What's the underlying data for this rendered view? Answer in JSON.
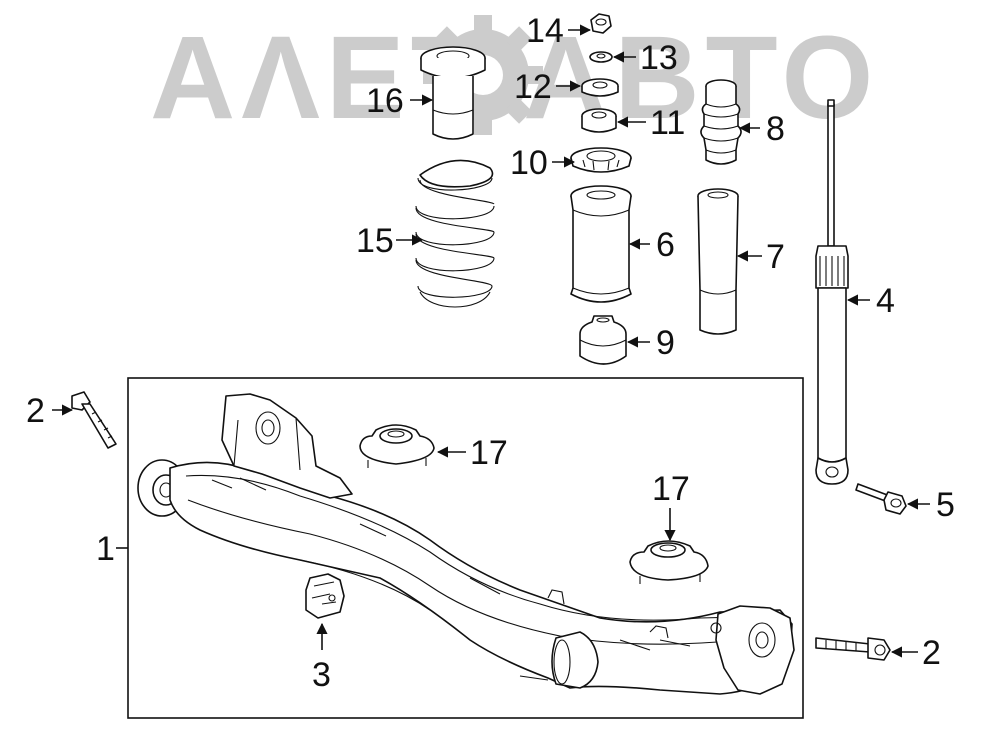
{
  "watermark": {
    "text": "ΑΛΕΤ ΑΒΤΟ"
  },
  "callouts": [
    {
      "id": "1",
      "text": "1"
    },
    {
      "id": "2a",
      "text": "2"
    },
    {
      "id": "2b",
      "text": "2"
    },
    {
      "id": "3",
      "text": "3"
    },
    {
      "id": "4",
      "text": "4"
    },
    {
      "id": "5",
      "text": "5"
    },
    {
      "id": "6",
      "text": "6"
    },
    {
      "id": "7",
      "text": "7"
    },
    {
      "id": "8",
      "text": "8"
    },
    {
      "id": "9",
      "text": "9"
    },
    {
      "id": "10",
      "text": "10"
    },
    {
      "id": "11",
      "text": "11"
    },
    {
      "id": "12",
      "text": "12"
    },
    {
      "id": "13",
      "text": "13"
    },
    {
      "id": "14",
      "text": "14"
    },
    {
      "id": "15",
      "text": "15"
    },
    {
      "id": "16",
      "text": "16"
    },
    {
      "id": "17a",
      "text": "17"
    },
    {
      "id": "17b",
      "text": "17"
    }
  ],
  "colors": {
    "line": "#111111",
    "watermark": "#b9b9b9",
    "background": "#ffffff"
  }
}
